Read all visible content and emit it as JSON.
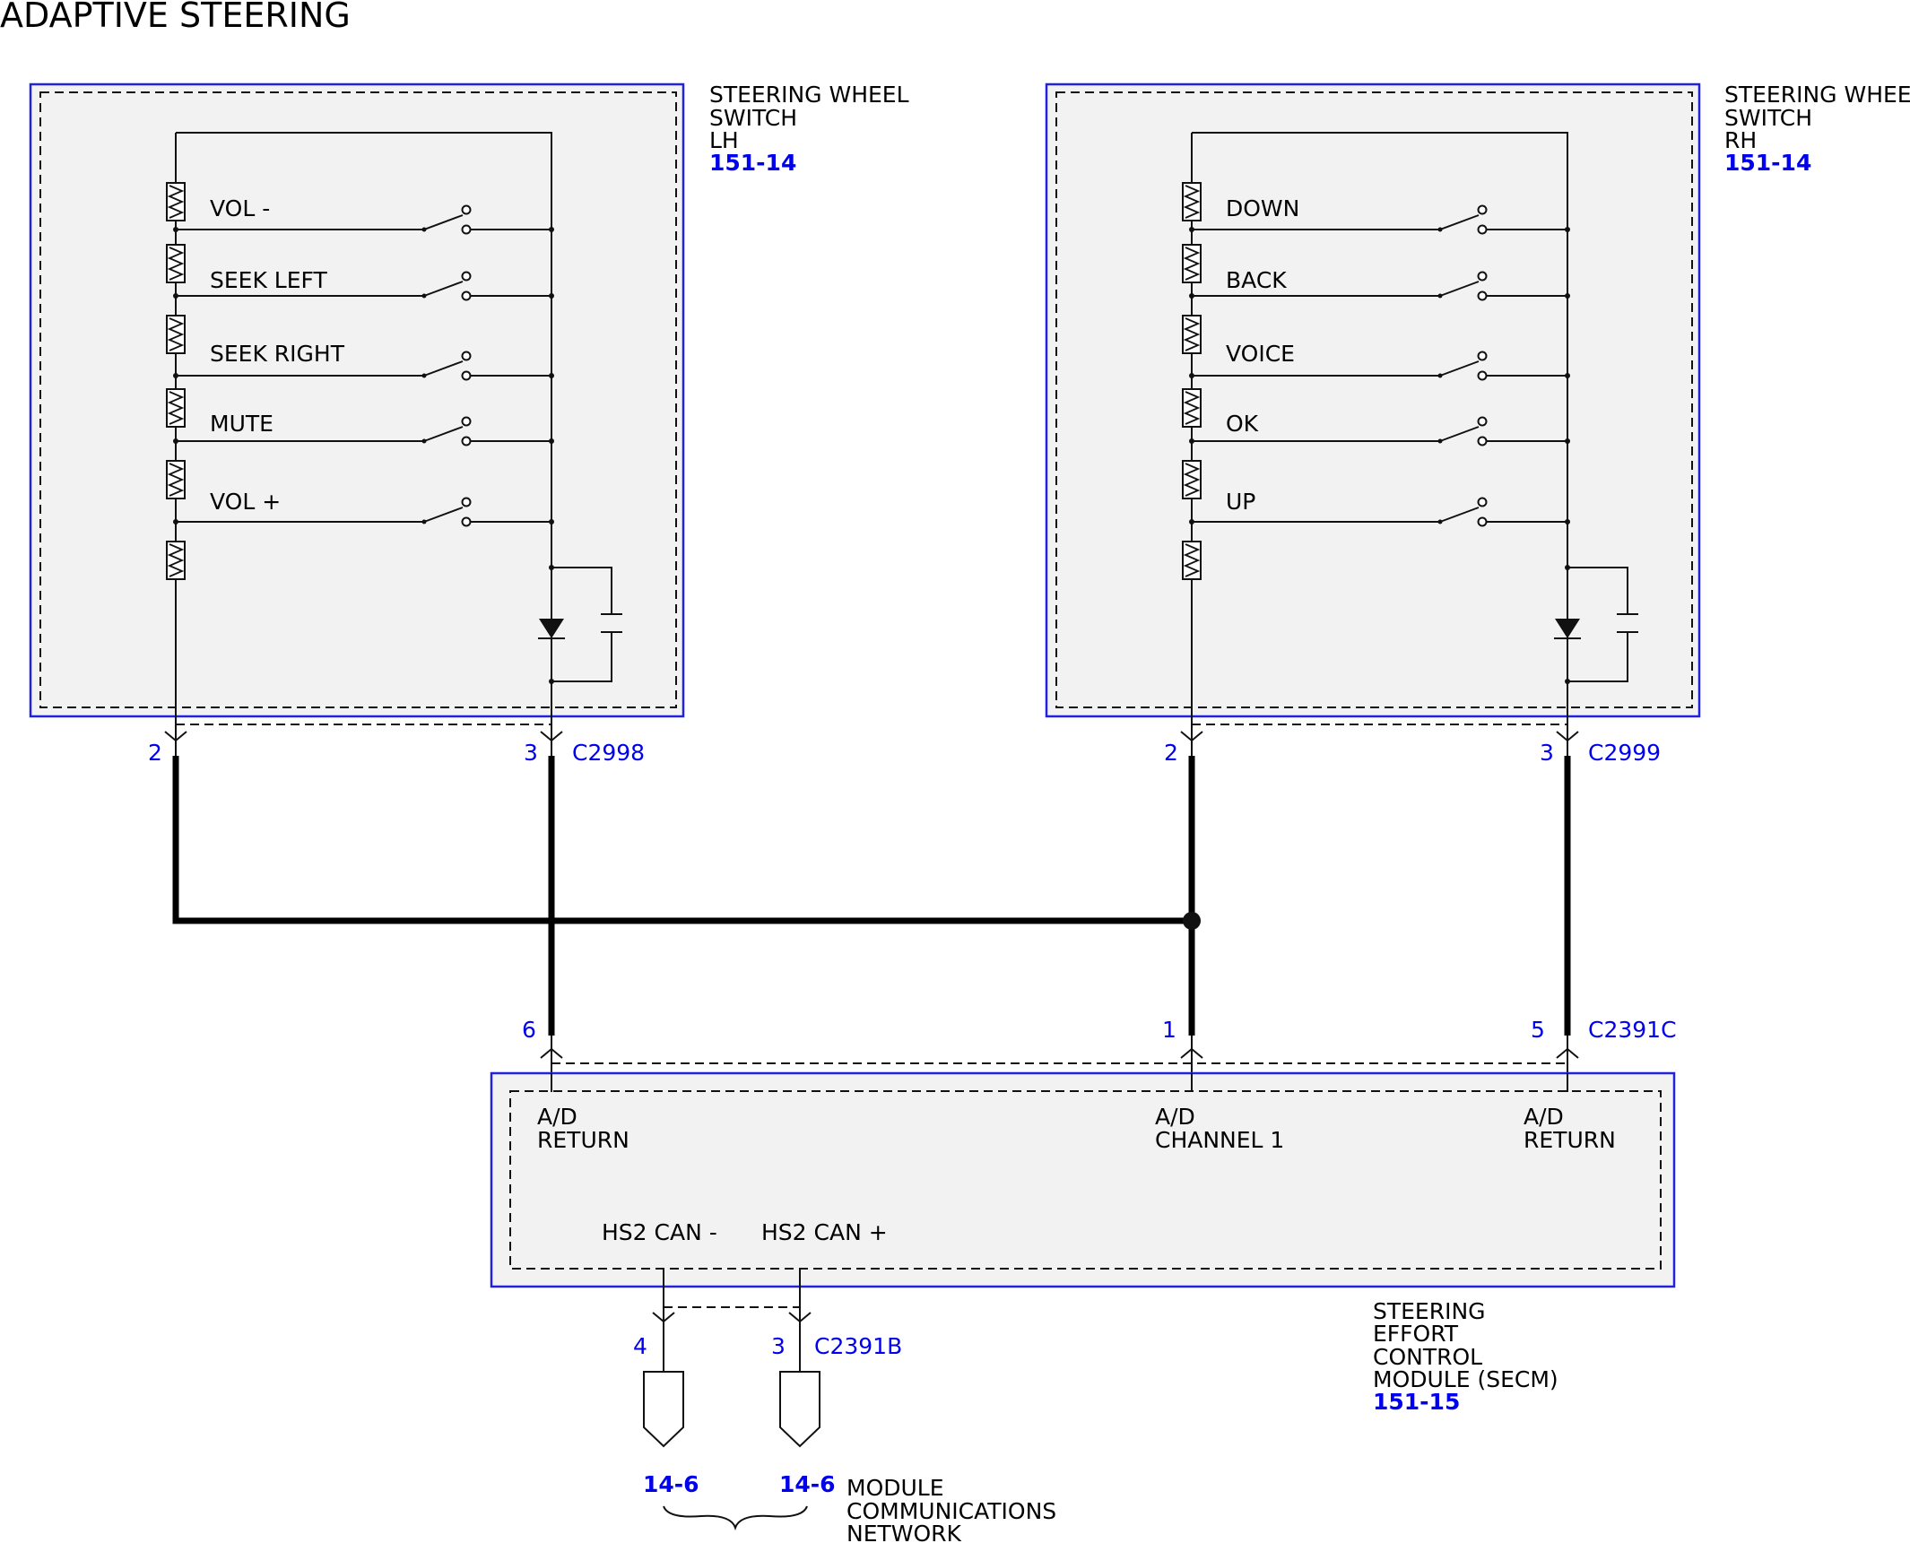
{
  "title": "ADAPTIVE STEERING",
  "lh_switch": {
    "name_lines": [
      "STEERING WHEEL",
      "SWITCH",
      "LH"
    ],
    "ref": "151-14",
    "buttons": [
      "VOL -",
      "SEEK LEFT",
      "SEEK RIGHT",
      "MUTE",
      "VOL +"
    ],
    "connector": "C2998",
    "pins": [
      "2",
      "3"
    ]
  },
  "rh_switch": {
    "name_lines": [
      "STEERING WHEEL",
      "SWITCH",
      "RH"
    ],
    "ref": "151-14",
    "buttons": [
      "DOWN",
      "BACK",
      "VOICE",
      "OK",
      "UP"
    ],
    "connector": "C2999",
    "pins": [
      "2",
      "3"
    ]
  },
  "secm": {
    "name_lines": [
      "STEERING",
      "EFFORT",
      "CONTROL",
      "MODULE (SECM)"
    ],
    "ref": "151-15",
    "connector": "C2391C",
    "pins": [
      "6",
      "1",
      "5"
    ],
    "terminals": [
      {
        "line1": "A/D",
        "line2": "RETURN"
      },
      {
        "line1": "A/D",
        "line2": "CHANNEL 1"
      },
      {
        "line1": "A/D",
        "line2": "RETURN"
      }
    ],
    "can_terminals": [
      "HS2 CAN -",
      "HS2 CAN +"
    ],
    "can_connector": "C2391B",
    "can_pins": [
      "4",
      "3"
    ]
  },
  "network": {
    "refs": [
      "14-6",
      "14-6"
    ],
    "name_lines": [
      "MODULE",
      "COMMUNICATIONS",
      "NETWORK"
    ]
  }
}
